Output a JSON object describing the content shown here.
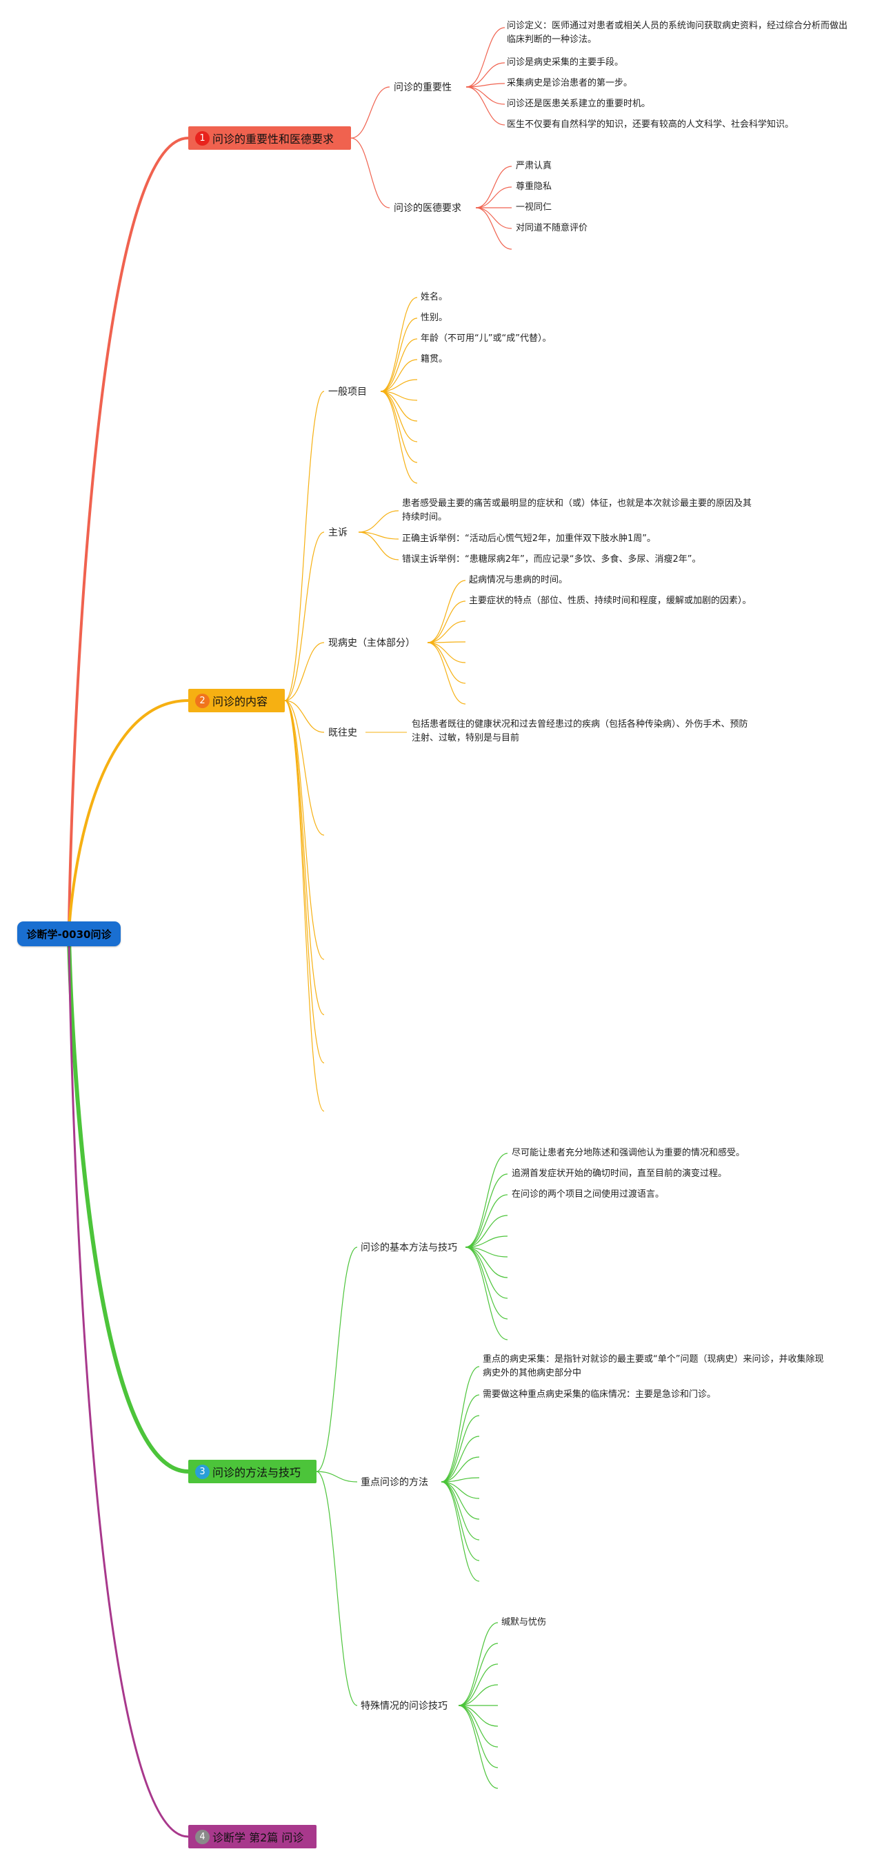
{
  "root": {
    "label": "诊断学-0030问诊",
    "color": "#1a6fd1"
  },
  "branches": [
    {
      "number": "1",
      "label": "问诊的重要性和医德要求",
      "color": "#f0624f",
      "badge_color": "#e8231d",
      "subtopics": [
        {
          "label": "问诊的重要性",
          "items": [
            "问诊定义：医师通过对患者或相关人员的系统询问获取病史资料，经过综合分析而做出临床判断的一种诊法。",
            "问诊是病史采集的主要手段。",
            "采集病史是诊治患者的第一步。",
            "问诊还是医患关系建立的重要时机。",
            "医生不仅要有自然科学的知识，还要有较高的人文科学、社会科学知识。"
          ]
        },
        {
          "label": "问诊的医德要求",
          "items": [
            "严肃认真",
            "尊重隐私",
            "一视同仁",
            "对同道不随意评价"
          ]
        }
      ]
    },
    {
      "number": "2",
      "label": "问诊的内容",
      "color": "#f6b012",
      "badge_color": "#f0741c",
      "subtopics": [
        {
          "label": "一般项目",
          "items": [
            "姓名。",
            "性别。",
            "年龄（不可用“儿”或“成”代替）。",
            "籍贯。"
          ]
        },
        {
          "label": "主诉",
          "items": [
            "患者感受最主要的痛苦或最明显的症状和（或）体征，也就是本次就诊最主要的原因及其持续时间。",
            "正确主诉举例：“活动后心慌气短2年，加重伴双下肢水肿1周”。",
            "错误主诉举例：“患糖尿病2年”，而应记录“多饮、多食、多尿、消瘦2年”。"
          ]
        },
        {
          "label": "现病史（主体部分）",
          "items": [
            "起病情况与患病的时间。",
            "主要症状的特点（部位、性质、持续时间和程度，缓解或加剧的因素）。"
          ]
        },
        {
          "label": "既往史",
          "items": [
            "包括患者既往的健康状况和过去曾经患过的疾病（包括各种传染病）、外伤手术、预防注射、过敏，特别是与目前"
          ]
        }
      ]
    },
    {
      "number": "3",
      "label": "问诊的方法与技巧",
      "color": "#4cc43a",
      "badge_color": "#2a9fd8",
      "subtopics": [
        {
          "label": "问诊的基本方法与技巧",
          "items": [
            "尽可能让患者充分地陈述和强调他认为重要的情况和感受。",
            "追溯首发症状开始的确切时间，直至目前的演变过程。",
            "在问诊的两个项目之间使用过渡语言。"
          ]
        },
        {
          "label": "重点问诊的方法",
          "items": [
            "重点的病史采集：是指针对就诊的最主要或“单个”问题（现病史）来问诊，并收集除现病史外的其他病史部分中",
            "需要做这种重点病史采集的临床情况：主要是急诊和门诊。"
          ]
        },
        {
          "label": "特殊情况的问诊技巧",
          "items": [
            "缄默与忧伤"
          ]
        }
      ]
    },
    {
      "number": "4",
      "label": "诊断学 第2篇 问诊",
      "color": "#a8388c",
      "badge_color": "#8a8a8a",
      "subtopics": []
    }
  ]
}
